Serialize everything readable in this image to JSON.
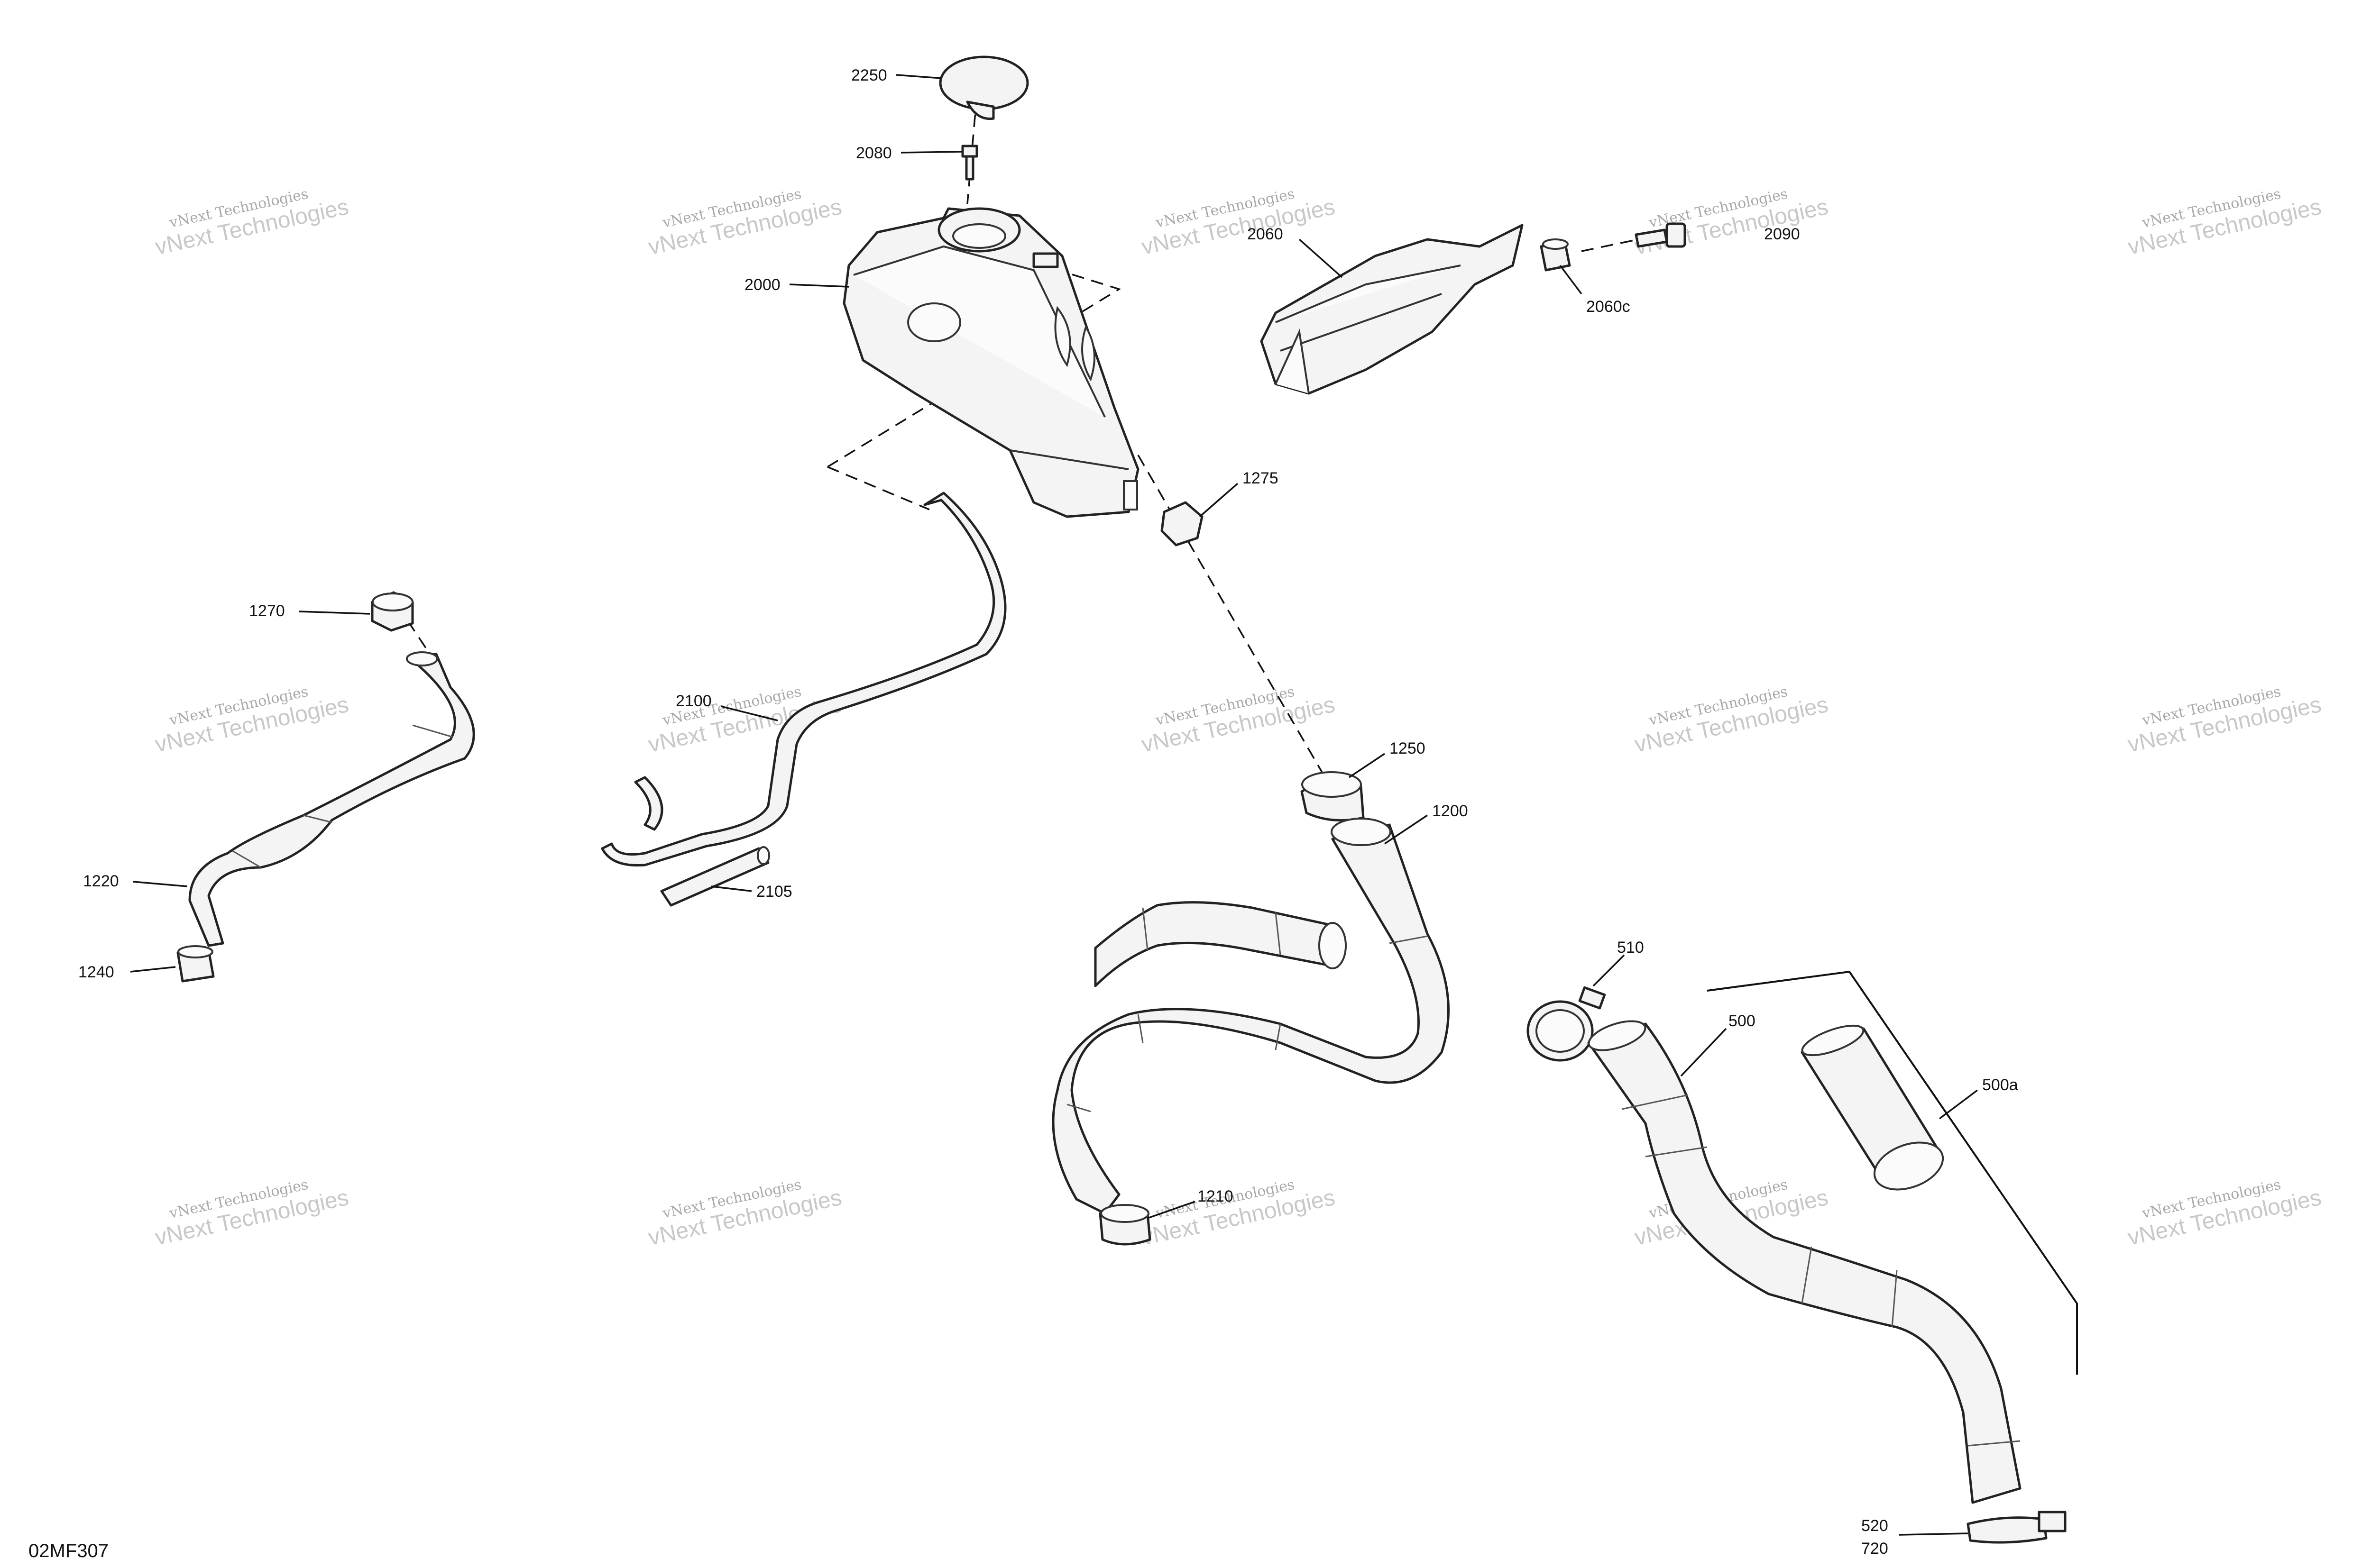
{
  "diagram_code": "02MF307",
  "watermark": {
    "line1": "vNext Technologies",
    "line2": "vNext Technologies"
  },
  "callouts": [
    "2250",
    "2080",
    "2000",
    "2060",
    "2090",
    "2060c",
    "1275",
    "1270",
    "2100",
    "2105",
    "1220",
    "1240",
    "1250",
    "1200",
    "1210",
    "510",
    "500",
    "500a",
    "520",
    "720"
  ],
  "colors": {
    "line": "#111111",
    "part_fill": "#f4f4f4",
    "watermark": "#bbbbbb"
  }
}
